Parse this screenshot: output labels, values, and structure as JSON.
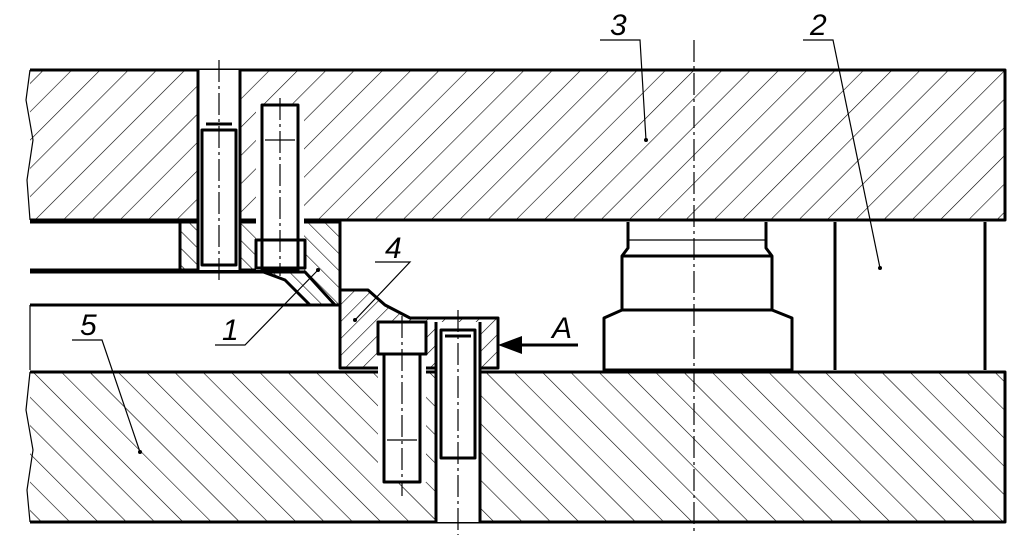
{
  "callouts": [
    {
      "label": "1",
      "part": "part-1"
    },
    {
      "label": "2",
      "part": "part-2"
    },
    {
      "label": "3",
      "part": "part-3"
    },
    {
      "label": "4",
      "part": "part-4"
    },
    {
      "label": "5",
      "part": "part-5"
    }
  ],
  "view_marker": {
    "label": "A"
  },
  "colors": {
    "line": "#000000",
    "background": "#ffffff"
  }
}
